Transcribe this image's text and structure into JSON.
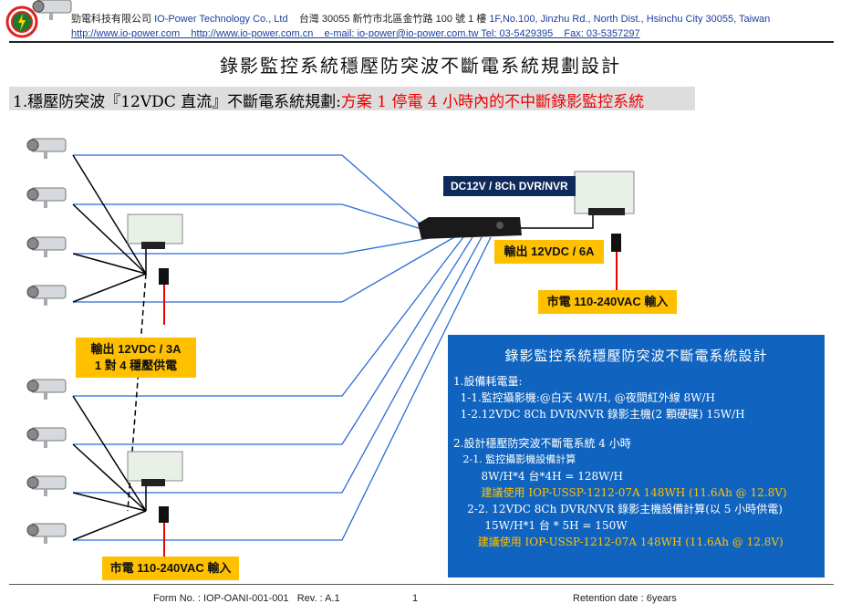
{
  "header": {
    "company_cn": "勁電科技有限公司",
    "company_en": "IO-Power Technology Co., Ltd",
    "address_cn": "台灣 30055 新竹市北區金竹路 100 號 1 樓",
    "address_en": "1F,No.100, Jinzhu Rd., North Dist., Hsinchu City 30055, Taiwan",
    "links": "http://www.io-power.com    http://www.io-power.com.cn    e-mail: io-power@io-power.com.tw Tel: 03-5429395    Fax: 03-5357297"
  },
  "title": "錄影監控系統穩壓防突波不斷電系統規劃設計",
  "section": {
    "prefix": "1.穩壓防突波『12VDC 直流』不斷電系統規劃:",
    "highlight": "方案 1 停電 4 小時內的不中斷錄影監控系統"
  },
  "labels": {
    "dvr": "DC12V / 8Ch DVR/NVR",
    "out_6a": "輸出 12VDC / 6A",
    "mains_right": "市電 110-240VAC 輸入",
    "out_3a": "輸出 12VDC / 3A",
    "one_to_four": "1 對 4 穩壓供電",
    "mains_bottom": "市電 110-240VAC 輸入"
  },
  "panel": {
    "title": "錄影監控系統穩壓防突波不斷電系統設計",
    "lines": [
      "1.設備耗電量:",
      "  1-1.監控攝影機:@白天 4W/H, @夜間紅外線 8W/H",
      "  1-2.12VDC 8Ch DVR/NVR 錄影主機(2 顆硬碟) 15W/H",
      "",
      "2.設計穩壓防突波不斷電系統 4 小時",
      "   2-1. 監控攝影機設備計算",
      "        8W/H*4 台*4H = 128W/H",
      "        建議使用 IOP-USSP-1212-07A 148WH (11.6Ah @ 12.8V)",
      "    2-2. 12VDC 8Ch DVR/NVR 錄影主機設備計算(以 5 小時供電)",
      "         15W/H*1 台 * 5H = 150W",
      "       建議使用 IOP-USSP-1212-07A 148WH (11.6Ah @ 12.8V)"
    ]
  },
  "footer": {
    "form": "Form No. : IOP-OANI-001-001   Rev. : A.1",
    "page": "1",
    "retention": "Retention date : 6years"
  }
}
